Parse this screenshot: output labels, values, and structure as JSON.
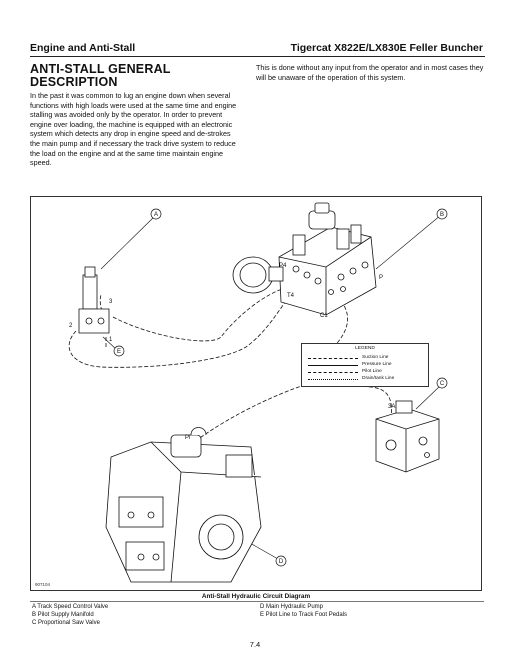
{
  "header": {
    "section": "Engine and Anti-Stall",
    "machine": "Tigercat X822E/LX830E Feller Buncher"
  },
  "section_title": "ANTI-STALL GENERAL DESCRIPTION",
  "body_left": "In the past it was common to lug an engine down when several functions with high loads were used at the same time and engine stalling was avoided only by the operator. In order to prevent engine over loading, the machine is equipped with an electronic system which detects any drop in engine speed and de-strokes the main pump and if necessary the track drive system to reduce the load on the engine and at the same time maintain engine speed.",
  "body_right": "This is done without any input from the operator and in most cases they will be unaware of the operation of this system.",
  "figure": {
    "code": "907104",
    "callouts": [
      "A",
      "B",
      "C",
      "D",
      "E"
    ],
    "port_labels": {
      "p4": "P4",
      "p": "P",
      "t4": "T4",
      "c1": "C1",
      "three": "3",
      "two": "2",
      "one": "1",
      "three_a": "3A",
      "pi": "Pi"
    },
    "legend": {
      "title": "LEGEND",
      "items": [
        "Suction Line",
        "Pressure Line",
        "Pilot Line",
        "Drain/tank Line"
      ]
    }
  },
  "caption": {
    "title": "Anti-Stall Hydraulic Circuit Diagram",
    "items": [
      "A  Track Speed Control Valve",
      "B  Pilot Supply Manifold",
      "C  Proportional Saw Valve",
      "D  Main Hydraulic Pump",
      "E  Pilot Line to Track Foot Pedals"
    ]
  },
  "page_number": "7.4"
}
